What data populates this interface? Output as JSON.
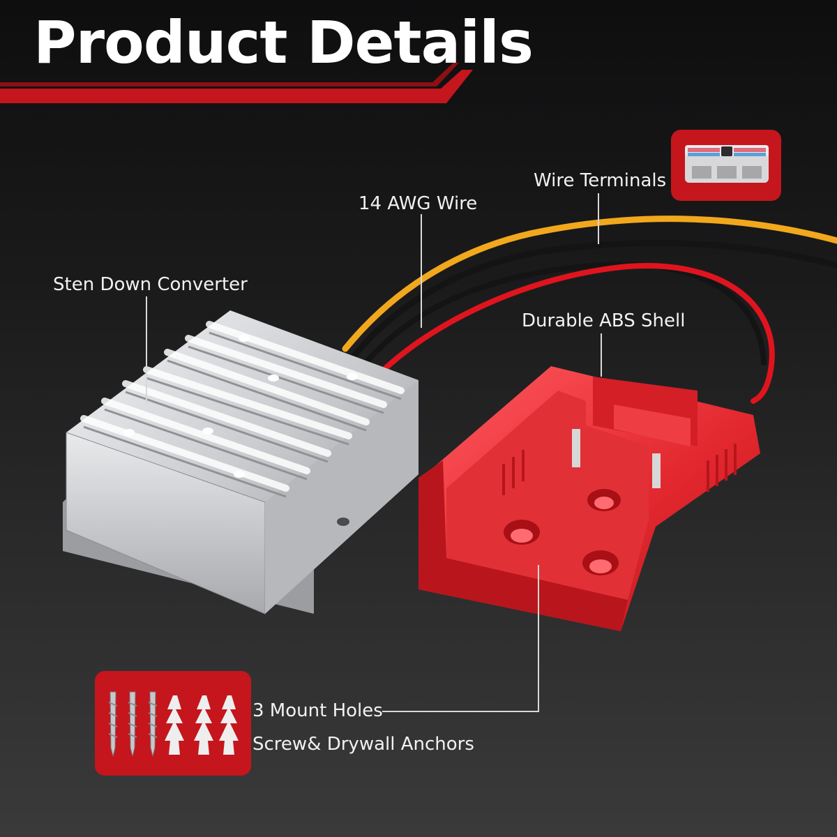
{
  "title": "Product Details",
  "labels": {
    "converter": "Sten Down Converter",
    "wire": "14 AWG Wire",
    "terminals": "Wire Terminals",
    "shell": "Durable ABS Shell",
    "mount_holes": "3 Mount Holes",
    "anchors": "Screw& Drywall Anchors"
  },
  "colors": {
    "accent_red": "#c4161c",
    "wire_yellow": "#f2a81d",
    "wire_red": "#e0141e",
    "wire_black": "#111111",
    "housing_silver": "#cfd1d4",
    "shell_red": "#e8333a"
  },
  "icons": {
    "title_underline": "red-underline-icon",
    "converter": "step-down-converter-icon",
    "shell": "battery-adapter-shell-icon",
    "terminals": "wire-terminal-connector-icon",
    "hardware": "screws-and-anchors-icon"
  }
}
